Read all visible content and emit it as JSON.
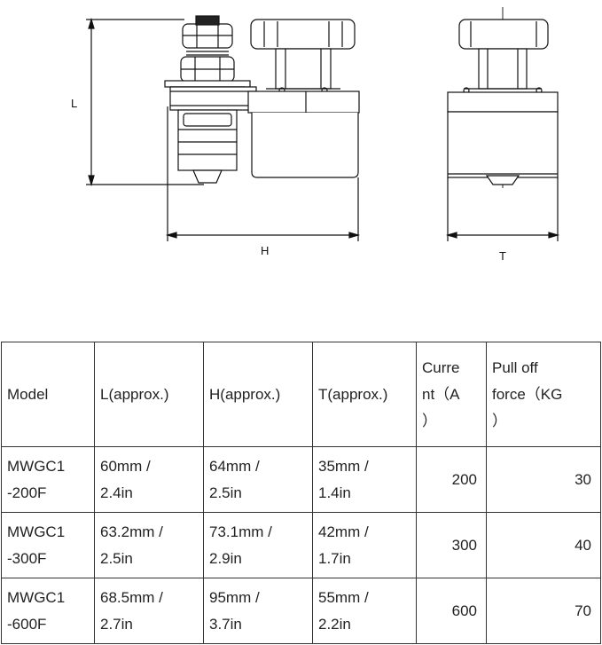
{
  "dimensions": {
    "L": "L",
    "H": "H",
    "T": "T"
  },
  "table": {
    "headers": [
      "Model",
      "L(approx.)",
      "H(approx.)",
      "T(approx.)",
      "Curre\nnt（A\n）",
      "Pull off\nforce（KG\n）"
    ],
    "rows": [
      [
        "MWGC1\n-200F",
        "60mm /\n2.4in",
        "64mm /\n2.5in",
        "35mm /\n1.4in",
        "200",
        "30"
      ],
      [
        "MWGC1\n-300F",
        "63.2mm /\n2.5in",
        "73.1mm /\n2.9in",
        "42mm /\n1.7in",
        "300",
        "40"
      ],
      [
        "MWGC1\n-600F",
        "68.5mm /\n2.7in",
        "95mm /\n3.7in",
        "55mm /\n2.2in",
        "600",
        "70"
      ]
    ]
  }
}
